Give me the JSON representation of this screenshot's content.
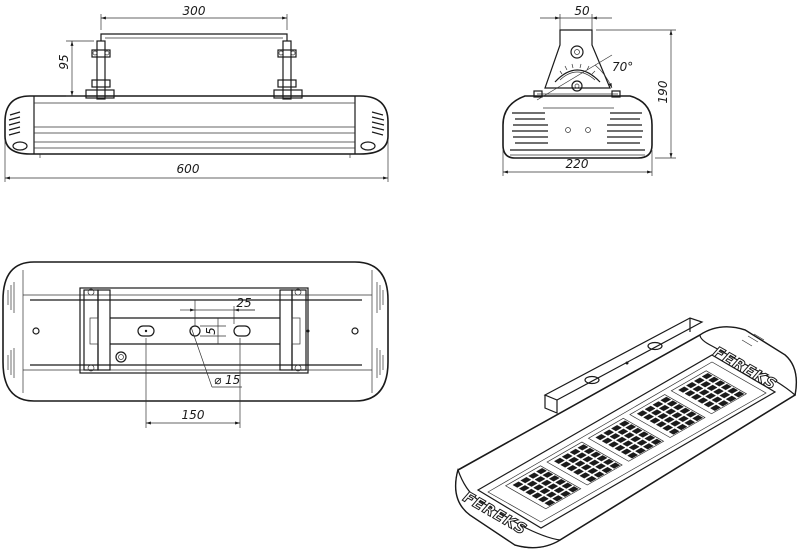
{
  "dimensions": {
    "bracket_width": "300",
    "bracket_height": "95",
    "total_length": "600",
    "side_top_width": "50",
    "side_angle": "70°",
    "side_height": "190",
    "side_width": "220",
    "slot_offset": "25",
    "slot_height": "5",
    "hole_diameter": "⌀ 15",
    "hole_spacing": "150"
  },
  "brand": "FEREKS"
}
